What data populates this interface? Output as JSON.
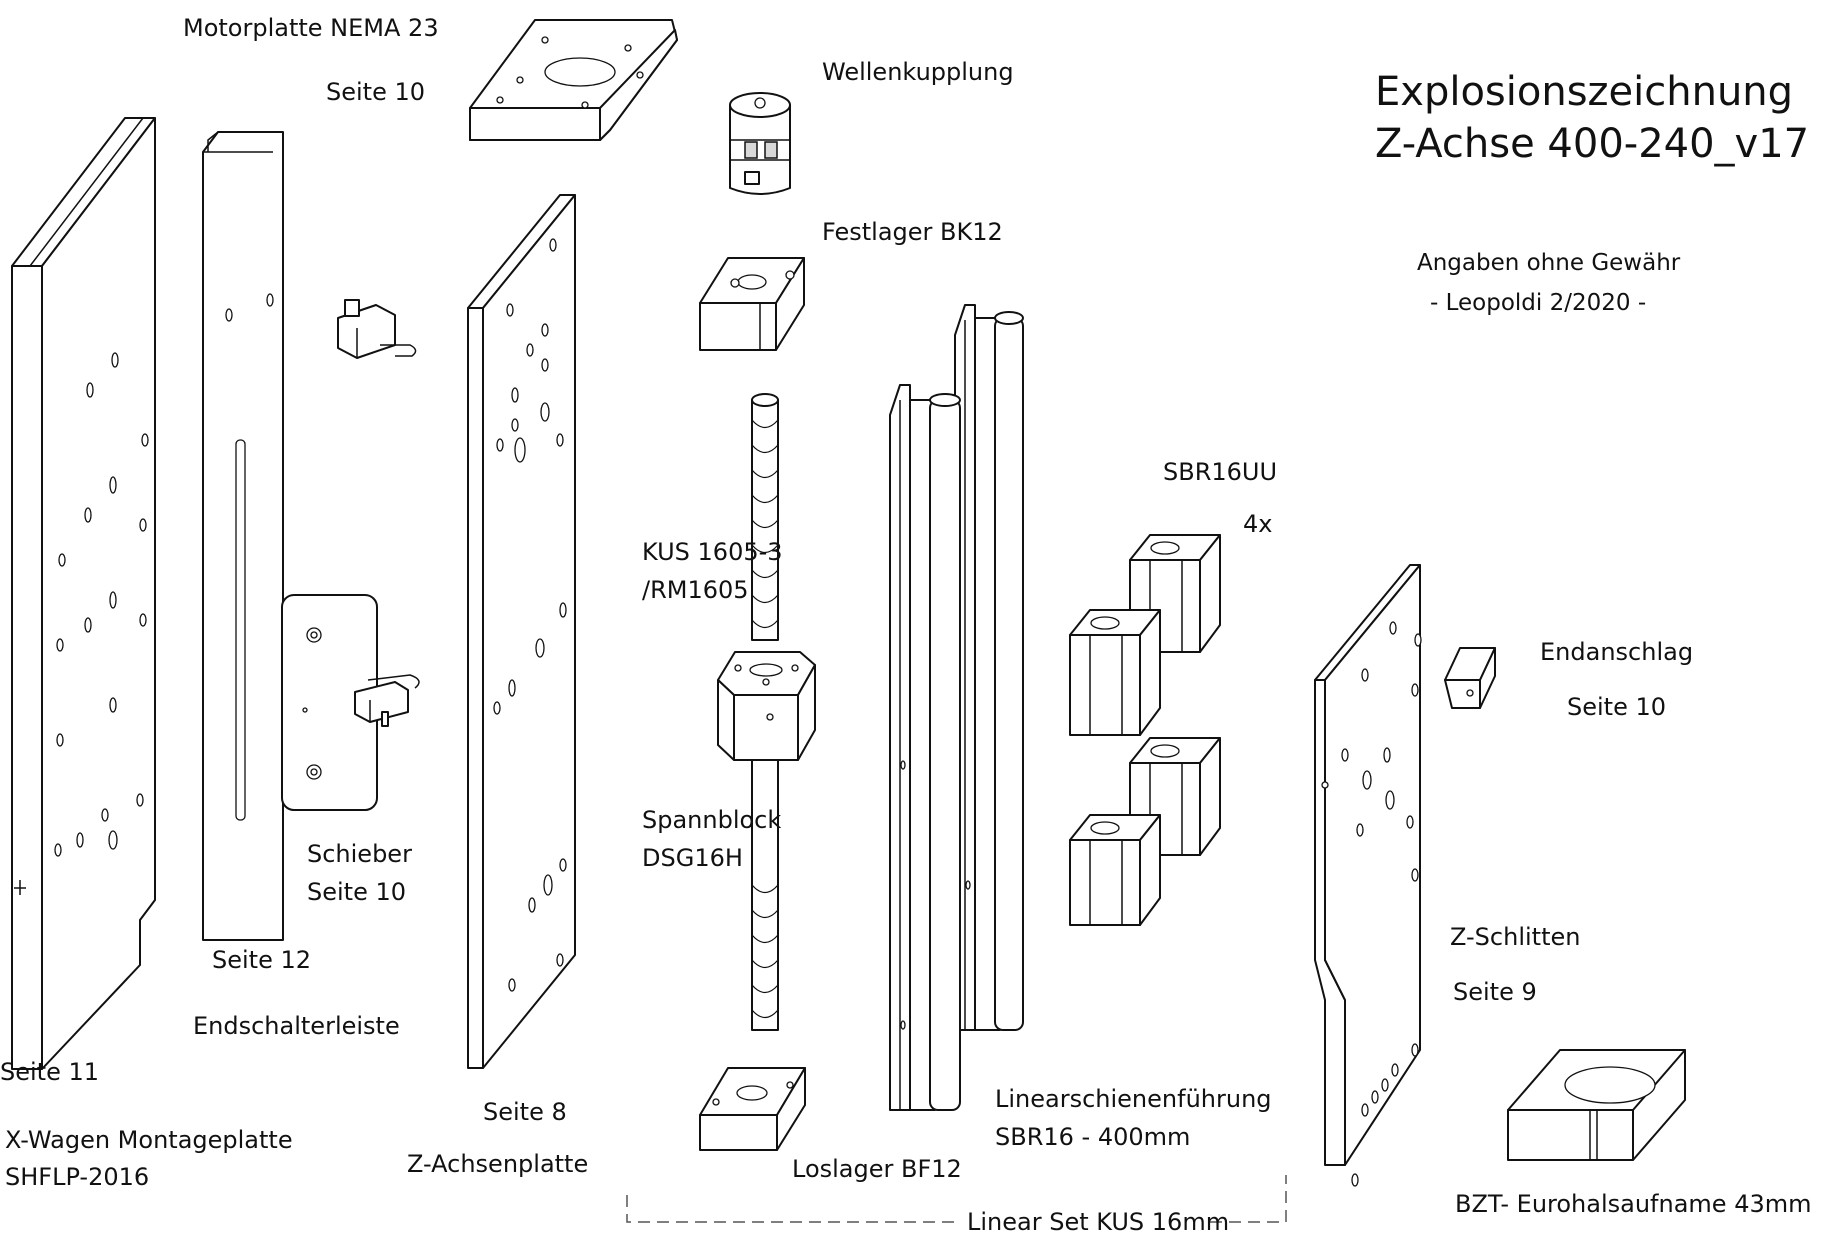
{
  "title": {
    "line1": "Explosionszeichnung",
    "line2": "Z-Achse 400-240_v17"
  },
  "note": {
    "line1": "Angaben ohne Gewähr",
    "line2": "- Leopoldi  2/2020 -"
  },
  "labels": {
    "motorplatte": "Motorplatte NEMA 23",
    "motorplatte_seite": "Seite 10",
    "wellenkupplung": "Wellenkupplung",
    "festlager": "Festlager BK12",
    "kus_1": "KUS 1605-3",
    "kus_2": "/RM1605",
    "spannblock_1": "Spannblock",
    "spannblock_2": "DSG16H",
    "loslager": "Loslager BF12",
    "sbr16uu": "SBR16UU",
    "sbr16uu_count": "4x",
    "endanschlag": "Endanschlag",
    "endanschlag_seite": "Seite 10",
    "z_schlitten": "Z-Schlitten",
    "z_schlitten_seite": "Seite 9",
    "linear_1": "Linearschienenführung",
    "linear_2": "SBR16 - 400mm",
    "linear_set": "Linear Set KUS 16mm",
    "bzt": "BZT- Eurohalsaufname 43mm",
    "schieber": "Schieber",
    "schieber_seite": "Seite 10",
    "endschalter_seite": "Seite 12",
    "endschalterleiste": "Endschalterleiste",
    "xwagen_seite": "Seite 11",
    "xwagen_1": "X-Wagen Montageplatte",
    "xwagen_2": "SHFLP-2016",
    "zachse_seite": "Seite 8",
    "zachsenplatte": "Z-Achsenplatte"
  }
}
